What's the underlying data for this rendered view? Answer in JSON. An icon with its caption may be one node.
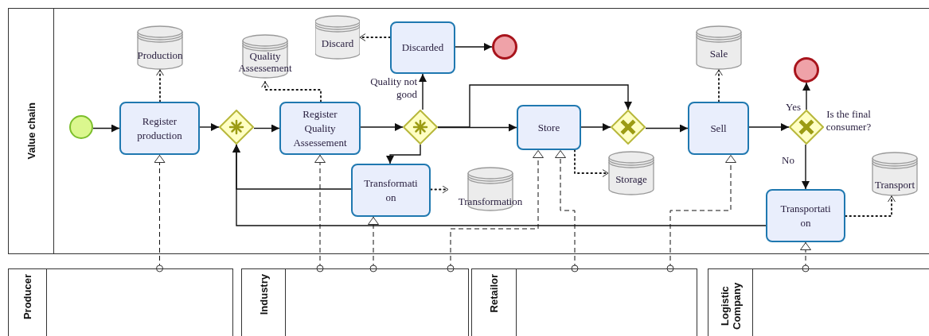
{
  "diagram": {
    "nodes": [
      {
        "text": [
          "Value chain"
        ]
      },
      {
        "text": [],
        "shape": "circle",
        "in": 0
      },
      {
        "text": [
          "Register production"
        ],
        "in": 0
      },
      {
        "text": [],
        "shape": "diamond",
        "in": 0
      },
      {
        "text": [
          "Register Quality Assessement"
        ],
        "in": 0
      },
      {
        "text": [],
        "shape": "diamond",
        "in": 0
      },
      {
        "text": [
          "Discarded"
        ],
        "in": 0
      },
      {
        "text": [],
        "shape": "circle",
        "in": 0
      },
      {
        "text": [
          "Transformati on"
        ],
        "in": 0
      },
      {
        "text": [
          "Store"
        ],
        "in": 0
      },
      {
        "text": [],
        "shape": "diamond",
        "in": 0
      },
      {
        "text": [
          "Sell"
        ],
        "in": 0
      },
      {
        "text": [],
        "shape": "diamond",
        "in": 0,
        "beside": [
          "Is the final consumer?"
        ]
      },
      {
        "text": [],
        "shape": "circle",
        "in": 0
      },
      {
        "text": [
          "Transportati on"
        ],
        "in": 0
      },
      {
        "text": [
          "Production"
        ],
        "in": 0
      },
      {
        "text": [
          "Quality Assessement"
        ],
        "in": 0
      },
      {
        "text": [
          "Discard"
        ],
        "in": 0
      },
      {
        "text": [
          "Transformation"
        ],
        "in": 0
      },
      {
        "text": [
          "Storage"
        ],
        "in": 0
      },
      {
        "text": [
          "Sale"
        ],
        "in": 0
      },
      {
        "text": [
          "Transport"
        ],
        "in": 0
      },
      {
        "text": [
          "Producer"
        ]
      },
      {
        "text": [
          "Industry"
        ]
      },
      {
        "text": [
          "Retailor"
        ]
      },
      {
        "text": [
          "Logistic Company"
        ]
      }
    ],
    "edges": [
      {
        "from": 1,
        "to": 2,
        "arrow": "to"
      },
      {
        "from": 2,
        "to": 3,
        "arrow": "to"
      },
      {
        "from": 3,
        "to": 4,
        "arrow": "to"
      },
      {
        "from": 4,
        "to": 5,
        "arrow": "to"
      },
      {
        "from": 5,
        "to": 6,
        "arrow": "to",
        "label": "Quality not good"
      },
      {
        "from": 5,
        "to": 9,
        "arrow": "to"
      },
      {
        "from": 5,
        "to": 8,
        "arrow": "to"
      },
      {
        "from": 5,
        "to": 10,
        "arrow": "to"
      },
      {
        "from": 6,
        "to": 7,
        "arrow": "to"
      },
      {
        "from": 9,
        "to": 10,
        "arrow": "to"
      },
      {
        "from": 10,
        "to": 11,
        "arrow": "to"
      },
      {
        "from": 11,
        "to": 12,
        "arrow": "to"
      },
      {
        "from": 12,
        "to": 13,
        "arrow": "to",
        "label": "Yes"
      },
      {
        "from": 12,
        "to": 14,
        "arrow": "to",
        "label": "No"
      },
      {
        "from": 8,
        "to": 3,
        "arrow": "to"
      },
      {
        "from": 14,
        "to": 3,
        "arrow": "to"
      },
      {
        "from": 2,
        "to": 15,
        "arrow": "to",
        "style": "dashed"
      },
      {
        "from": 4,
        "to": 16,
        "arrow": "to",
        "style": "dashed"
      },
      {
        "from": 6,
        "to": 17,
        "arrow": "to",
        "style": "dashed"
      },
      {
        "from": 8,
        "to": 18,
        "arrow": "to",
        "style": "dashed"
      },
      {
        "from": 9,
        "to": 19,
        "arrow": "to",
        "style": "dashed"
      },
      {
        "from": 11,
        "to": 20,
        "arrow": "to",
        "style": "dashed"
      },
      {
        "from": 14,
        "to": 21,
        "arrow": "to",
        "style": "dashed"
      },
      {
        "from": 22,
        "to": 2,
        "arrow": "to",
        "style": "dashed"
      },
      {
        "from": 23,
        "to": 4,
        "arrow": "to",
        "style": "dashed"
      },
      {
        "from": 23,
        "to": 8,
        "arrow": "to",
        "style": "dashed"
      },
      {
        "from": 23,
        "to": 9,
        "arrow": "to",
        "style": "dashed"
      },
      {
        "from": 24,
        "to": 9,
        "arrow": "to",
        "style": "dashed"
      },
      {
        "from": 24,
        "to": 11,
        "arrow": "to",
        "style": "dashed"
      },
      {
        "from": 25,
        "to": 14,
        "arrow": "to",
        "style": "dashed"
      }
    ]
  }
}
